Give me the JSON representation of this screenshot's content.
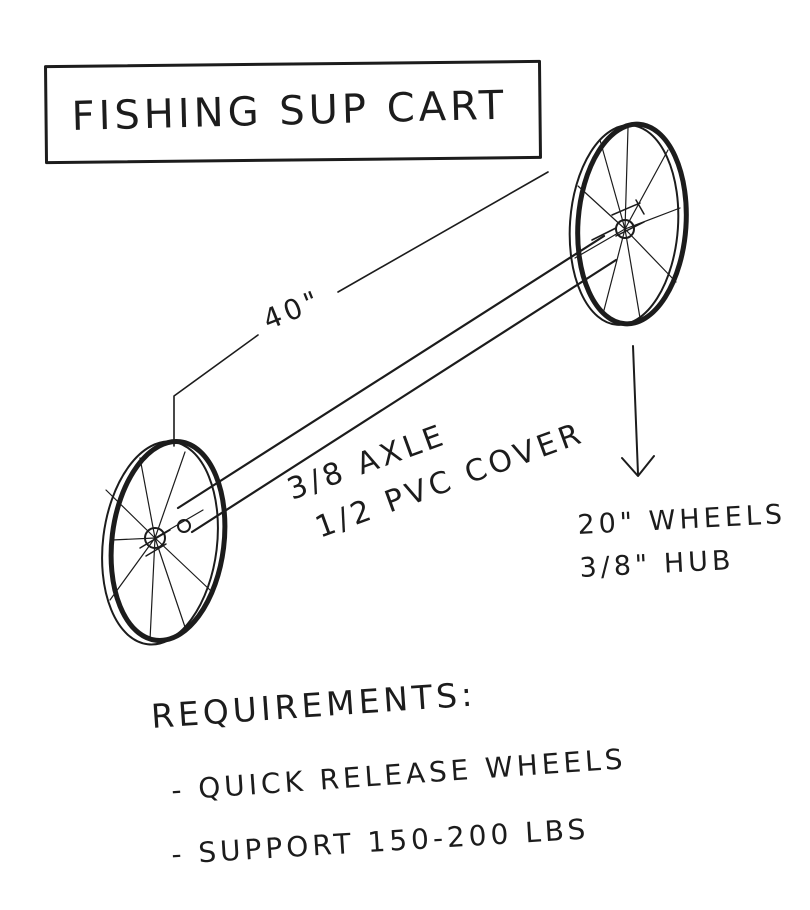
{
  "title": "FISHING SUP CART",
  "dimension_label": "40\"",
  "axle_label_line1": "3/8 AXLE",
  "axle_label_line2": "1/2 PVC COVER",
  "wheels_label_line1": "20\" WHEELS",
  "wheels_label_line2": "3/8\" HUB",
  "requirements_heading": "REQUIREMENTS:",
  "requirements": [
    "- QUICK RELEASE WHEELS",
    "- SUPPORT  150-200 LBS"
  ],
  "colors": {
    "ink": "#1c1c1c",
    "paper": "#ffffff"
  }
}
